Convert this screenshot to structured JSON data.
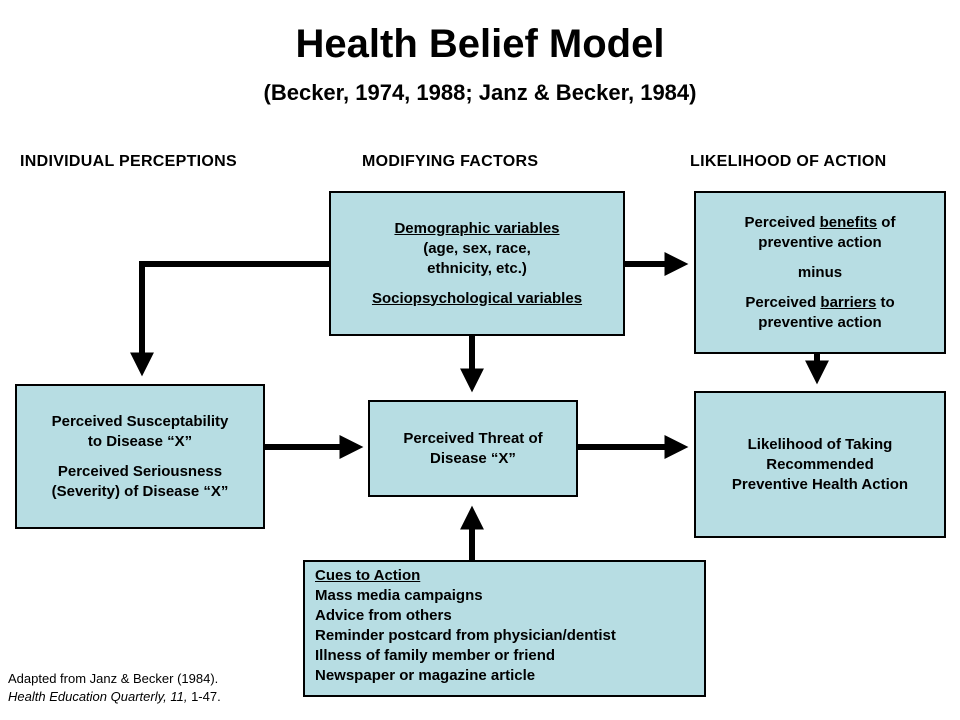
{
  "title": "Health Belief Model",
  "subtitle": "(Becker, 1974, 1988; Janz & Becker, 1984)",
  "columns": {
    "individual": "INDIVIDUAL PERCEPTIONS",
    "modifying": "MODIFYING FACTORS",
    "likelihood": "LIKELIHOOD OF ACTION"
  },
  "demographic": {
    "heading": "Demographic variables",
    "line1": "(age, sex, race,",
    "line2": "ethnicity, etc.)",
    "socio": "Sociopsychological variables"
  },
  "benefits": {
    "pre": "Perceived ",
    "benefits_word": "benefits",
    "post": " of",
    "line2": "preventive action",
    "minus": "minus",
    "barriers_pre": "Perceived ",
    "barriers_word": "barriers",
    "barriers_post": " to",
    "line5": "preventive action"
  },
  "susceptibility": {
    "line1": "Perceived Susceptability",
    "line2": "to Disease “X”",
    "line3": "Perceived Seriousness",
    "line4": "(Severity) of Disease “X”"
  },
  "threat": {
    "line1": "Perceived Threat of",
    "line2": "Disease “X”"
  },
  "likelihood_box": {
    "line1": "Likelihood of Taking",
    "line2": "Recommended",
    "line3": "Preventive Health Action"
  },
  "cues": {
    "heading": "Cues to Action",
    "items": [
      "Mass media campaigns",
      "Advice from others",
      "Reminder postcard from physician/dentist",
      "Illness of family member or friend",
      "Newspaper or magazine article"
    ]
  },
  "source": {
    "line1": "Adapted from Janz & Becker (1984).",
    "journal": "Health Education Quarterly, 11,",
    "pages": " 1-47."
  }
}
